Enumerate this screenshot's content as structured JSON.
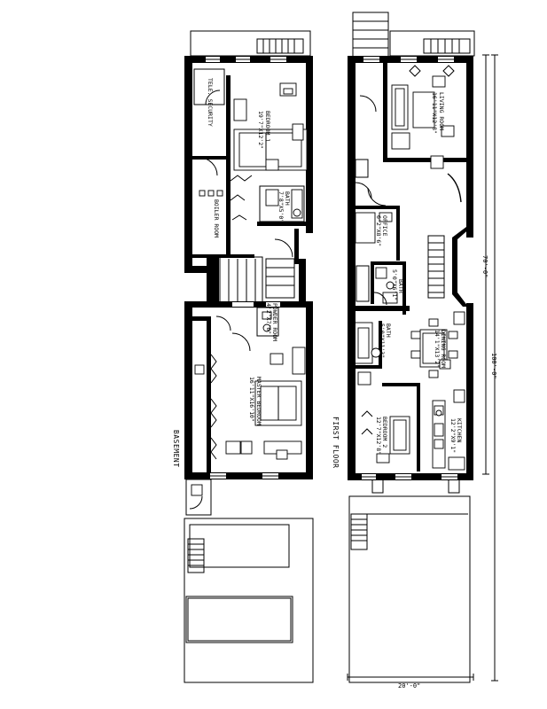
{
  "basement": {
    "title": "BASEMENT",
    "rooms": {
      "tele_security": "TELE. SECURITY",
      "bedroom_1": [
        "BEDROOM 1",
        "19'7\"X12'2\""
      ],
      "boiler_room": "BOILER ROOM",
      "bath": [
        "BATH",
        "7'8\"X5'0\""
      ],
      "powder_room": [
        "POWDER ROOM",
        "4'2\"X7'6\""
      ],
      "master_bedroom": [
        "MASTER BEDROOM",
        "16'11\"X16'10\""
      ]
    }
  },
  "first_floor": {
    "title": "FIRST FLOOR",
    "rooms": {
      "living_room": [
        "LIVING ROOM",
        "16'11\"X12'8\""
      ],
      "office": [
        "OFFICE",
        "6'2\"X8'6\""
      ],
      "bath_1": [
        "BATH",
        "5'0\"X6'1\""
      ],
      "bath_2": [
        "BATH",
        "5'0\"X11'3\""
      ],
      "dining_room": [
        "DINING ROOM",
        "14'1\"X13'2\""
      ],
      "bedroom_2": [
        "BEDROOM 2",
        "12'7\"X12'8\""
      ],
      "kitchen": [
        "KITCHEN",
        "12'2\"X9'1\""
      ]
    }
  },
  "dimensions": {
    "upper_length": "70'-0\"",
    "total_length": "100'-0\"",
    "width": "20'-0\""
  }
}
